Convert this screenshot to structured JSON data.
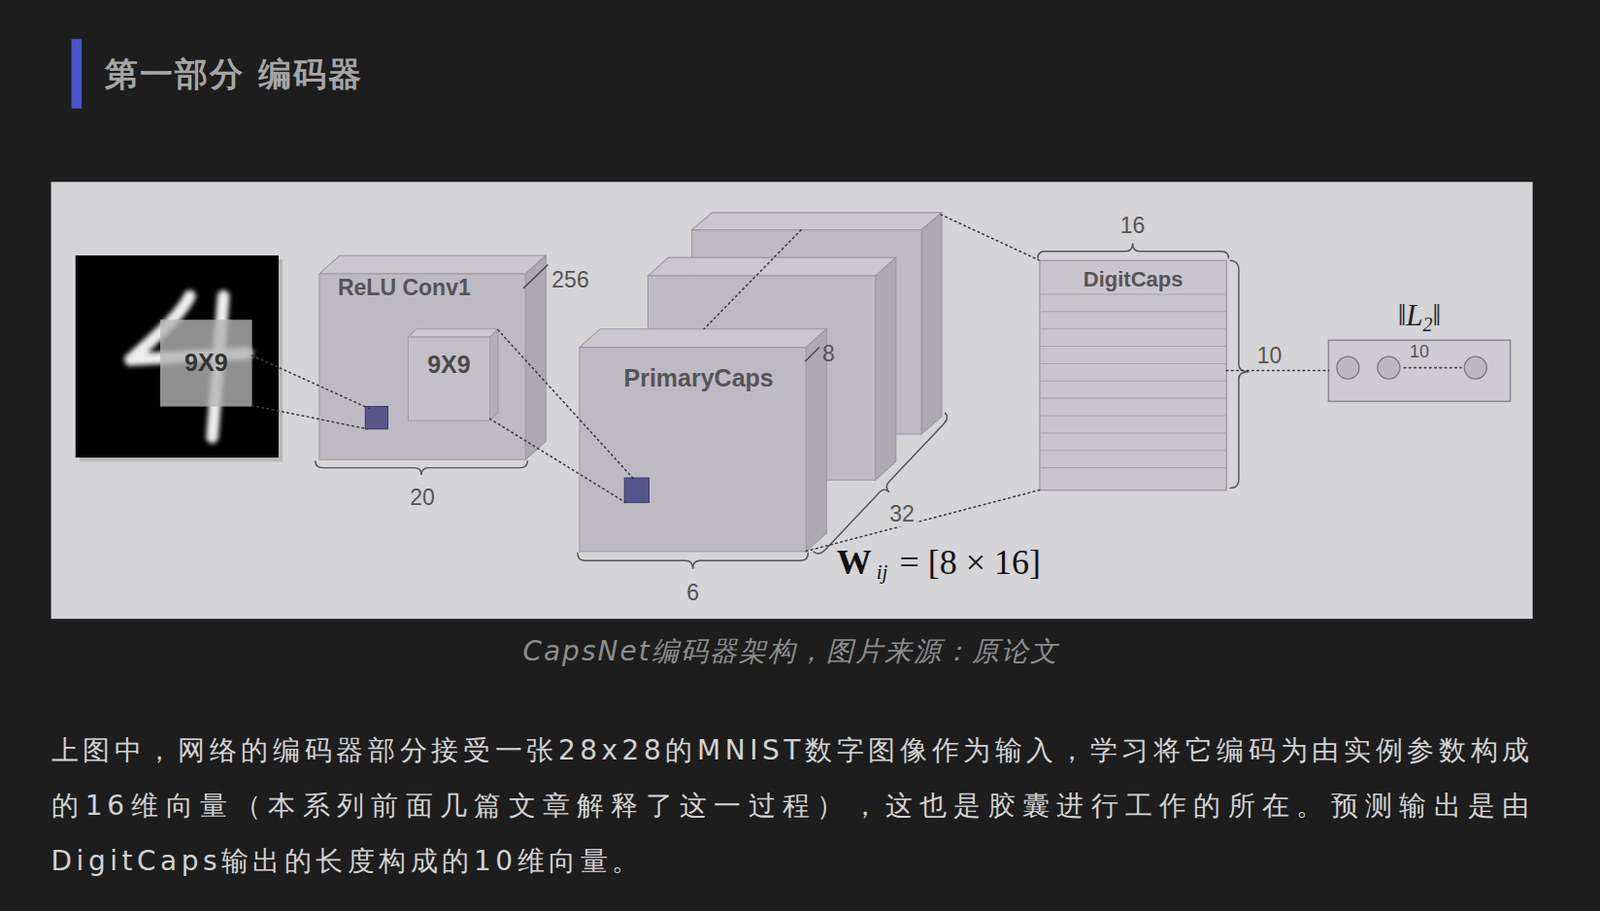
{
  "diagram": {
    "title": "第一部分 编码器",
    "caption": "CapsNet编码器架构，图片来源：原论文",
    "nodes": [
      {
        "text": [
          "9X9"
        ]
      },
      {
        "text": [
          "ReLU Conv1"
        ]
      },
      {
        "text": [
          "9X9"
        ],
        "in": 1
      },
      {
        "text": [
          "PrimaryCaps"
        ]
      },
      {
        "text": [
          "DigitCaps"
        ]
      },
      {
        "text": [
          "‖L",
          "2",
          "‖",
          "10"
        ]
      }
    ],
    "edges": [
      {
        "from": 3,
        "to": 4,
        "arrow": "none"
      },
      {
        "from": 4,
        "to": 5,
        "arrow": "none"
      }
    ],
    "labels": [
      "256",
      "20",
      "8",
      "32",
      "6",
      "W",
      "ij",
      "= [8 × 16]",
      "16",
      "10",
      "上图中，网络的编码器部分接受一张28x28的MNIST数字图像作为输入，学习将它编码为由实例参数构成的16维向量（本系列前面几篇文章解释了这一过程），这也是胶囊进行工作的所在。预测输出是由DigitCaps输出的长度构成的10维向量。"
    ]
  }
}
